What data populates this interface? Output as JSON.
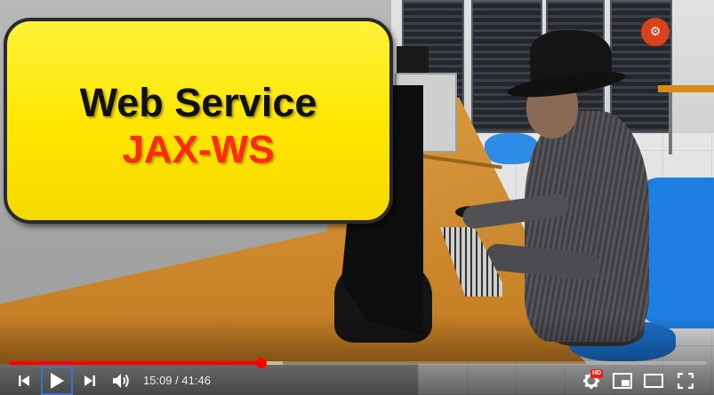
{
  "title_card": {
    "line1": "Web Service",
    "line2": "JAX-WS"
  },
  "player": {
    "current_time": "15:09",
    "duration": "41:46",
    "time_separator": " / ",
    "progress_fraction": 0.362,
    "buffered_fraction": 0.393,
    "hd_badge": "HD",
    "colors": {
      "progress": "#ff0000",
      "title_card_bg": "#ffe600",
      "title_line2": "#ff2a10",
      "focus_ring": "#3e6fc9"
    },
    "icons": {
      "previous": "previous-icon",
      "play": "play-icon",
      "next": "next-icon",
      "volume": "volume-icon",
      "settings": "gear-icon",
      "miniplayer": "miniplayer-icon",
      "theater": "theater-mode-icon",
      "fullscreen": "fullscreen-icon"
    }
  }
}
